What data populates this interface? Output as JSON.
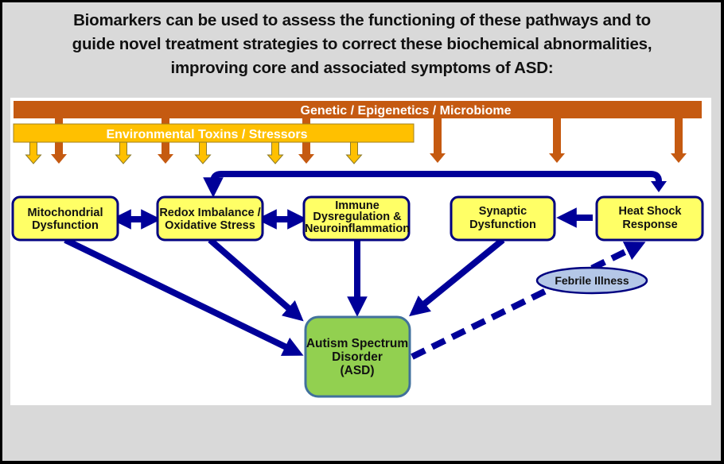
{
  "heading": {
    "lines": [
      "Biomarkers can be used to assess the functioning of these pathways and to",
      "guide novel treatment strategies to correct these biochemical abnormalities,",
      "improving core and associated symptoms of ASD:"
    ]
  },
  "bars": {
    "genetic": "Genetic / Epigenetics / Microbiome",
    "environmental": "Environmental Toxins / Stressors"
  },
  "nodes": {
    "mitochondrial": [
      "Mitochondrial",
      "Dysfunction"
    ],
    "redox": [
      "Redox Imbalance /",
      "Oxidative Stress"
    ],
    "immune": [
      "Immune",
      "Dysregulation &",
      "Neuroinflammation"
    ],
    "synaptic": [
      "Synaptic",
      "Dysfunction"
    ],
    "heat_shock": [
      "Heat Shock",
      "Response"
    ],
    "asd": [
      "Autism Spectrum",
      "Disorder",
      "(ASD)"
    ],
    "febrile": "Febrile Illness"
  },
  "colors": {
    "genetic_bar": "#c55a11",
    "environmental_bar": "#ffc000",
    "node_fill": "#ffff66",
    "node_border": "#000080",
    "asd_fill": "#92d050",
    "asd_border": "#41719c",
    "arrow": "#000099",
    "febrile_fill": "#b4c7e7",
    "background": "#d9d9d9"
  }
}
